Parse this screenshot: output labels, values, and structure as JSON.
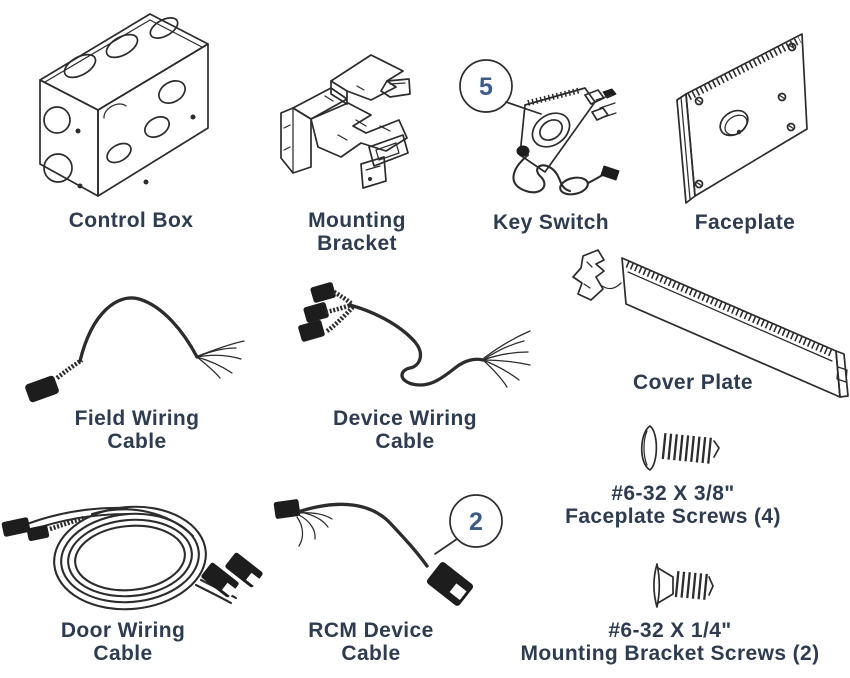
{
  "figure": {
    "type": "parts-diagram",
    "background": "#ffffff",
    "line_color": "#2c2c2c",
    "label_color": "#2d3c52",
    "callout_color": "#3a5c8c",
    "parts": [
      {
        "key": "control-box",
        "lines": [
          "Control Box"
        ]
      },
      {
        "key": "mounting-bracket",
        "lines": [
          "Mounting",
          "Bracket"
        ]
      },
      {
        "key": "key-switch",
        "lines": [
          "Key Switch"
        ],
        "callout": "5"
      },
      {
        "key": "faceplate",
        "lines": [
          "Faceplate"
        ]
      },
      {
        "key": "field-wiring-cable",
        "lines": [
          "Field Wiring",
          "Cable"
        ]
      },
      {
        "key": "device-wiring-cable",
        "lines": [
          "Device Wiring",
          "Cable"
        ]
      },
      {
        "key": "cover-plate",
        "lines": [
          "Cover Plate"
        ]
      },
      {
        "key": "faceplate-screws",
        "lines": [
          "#6-32 X 3/8\"",
          "Faceplate Screws (4)"
        ]
      },
      {
        "key": "door-wiring-cable",
        "lines": [
          "Door Wiring",
          "Cable"
        ]
      },
      {
        "key": "rcm-device-cable",
        "lines": [
          "RCM Device",
          "Cable"
        ],
        "callout": "2"
      },
      {
        "key": "mounting-bracket-screws",
        "lines": [
          "#6-32 X 1/4\"",
          "Mounting Bracket Screws (2)"
        ]
      }
    ],
    "callouts": [
      {
        "value": "5",
        "target": "key-switch"
      },
      {
        "value": "2",
        "target": "rcm-device-cable"
      }
    ]
  }
}
